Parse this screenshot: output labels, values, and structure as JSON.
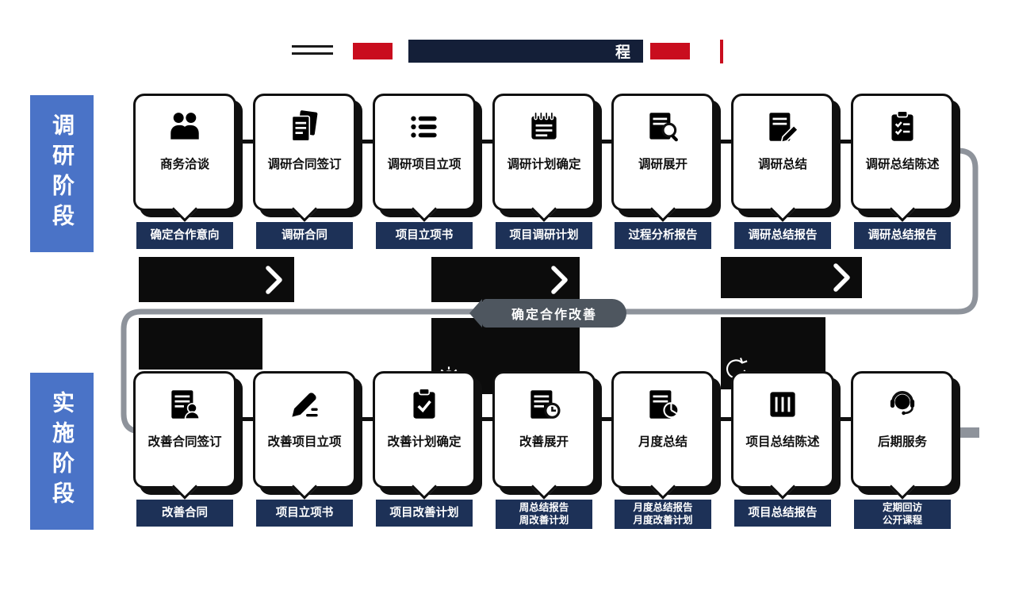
{
  "title": {
    "bar_text": "程"
  },
  "phases": {
    "research": "调研阶段",
    "implementation": "实施阶段"
  },
  "middle_badge": "确定合作改善",
  "flow": {
    "top": [
      {
        "title": "商务洽谈",
        "output": "确定合作意向",
        "icon": "people-icon"
      },
      {
        "title": "调研合同签订",
        "output": "调研合同",
        "icon": "contract-icon"
      },
      {
        "title": "调研项目立项",
        "output": "项目立项书",
        "icon": "list-icon"
      },
      {
        "title": "调研计划确定",
        "output": "项目调研计划",
        "icon": "notepad-icon"
      },
      {
        "title": "调研展开",
        "output": "过程分析报告",
        "icon": "search-report-icon"
      },
      {
        "title": "调研总结",
        "output": "调研总结报告",
        "icon": "edit-report-icon"
      },
      {
        "title": "调研总结陈述",
        "output": "调研总结报告",
        "icon": "clipboard-check-icon"
      }
    ],
    "bottom": [
      {
        "title": "改善合同签订",
        "output": "改善合同",
        "icon": "stamp-contract-icon"
      },
      {
        "title": "改善项目立项",
        "output": "项目立项书",
        "icon": "pencil-icon"
      },
      {
        "title": "改善计划确定",
        "output": "项目改善计划",
        "icon": "clipboard-tick-icon"
      },
      {
        "title": "改善展开",
        "output": "周总结报告\n周改善计划",
        "icon": "report-clock-icon"
      },
      {
        "title": "月度总结",
        "output": "月度总结报告\n月度改善计划",
        "icon": "report-pie-icon"
      },
      {
        "title": "项目总结陈述",
        "output": "项目总结报告",
        "icon": "report-columns-icon"
      },
      {
        "title": "后期服务",
        "output": "定期回访\n公开课程",
        "icon": "headset-icon"
      }
    ]
  },
  "colors": {
    "title_navy": "#141f38",
    "label_navy": "#1d3157",
    "red": "#c90d1e",
    "phase_blue": "#4a73c7",
    "connector_gray": "#8e939b",
    "badge_gray": "#4e565f",
    "ink": "#101010"
  }
}
